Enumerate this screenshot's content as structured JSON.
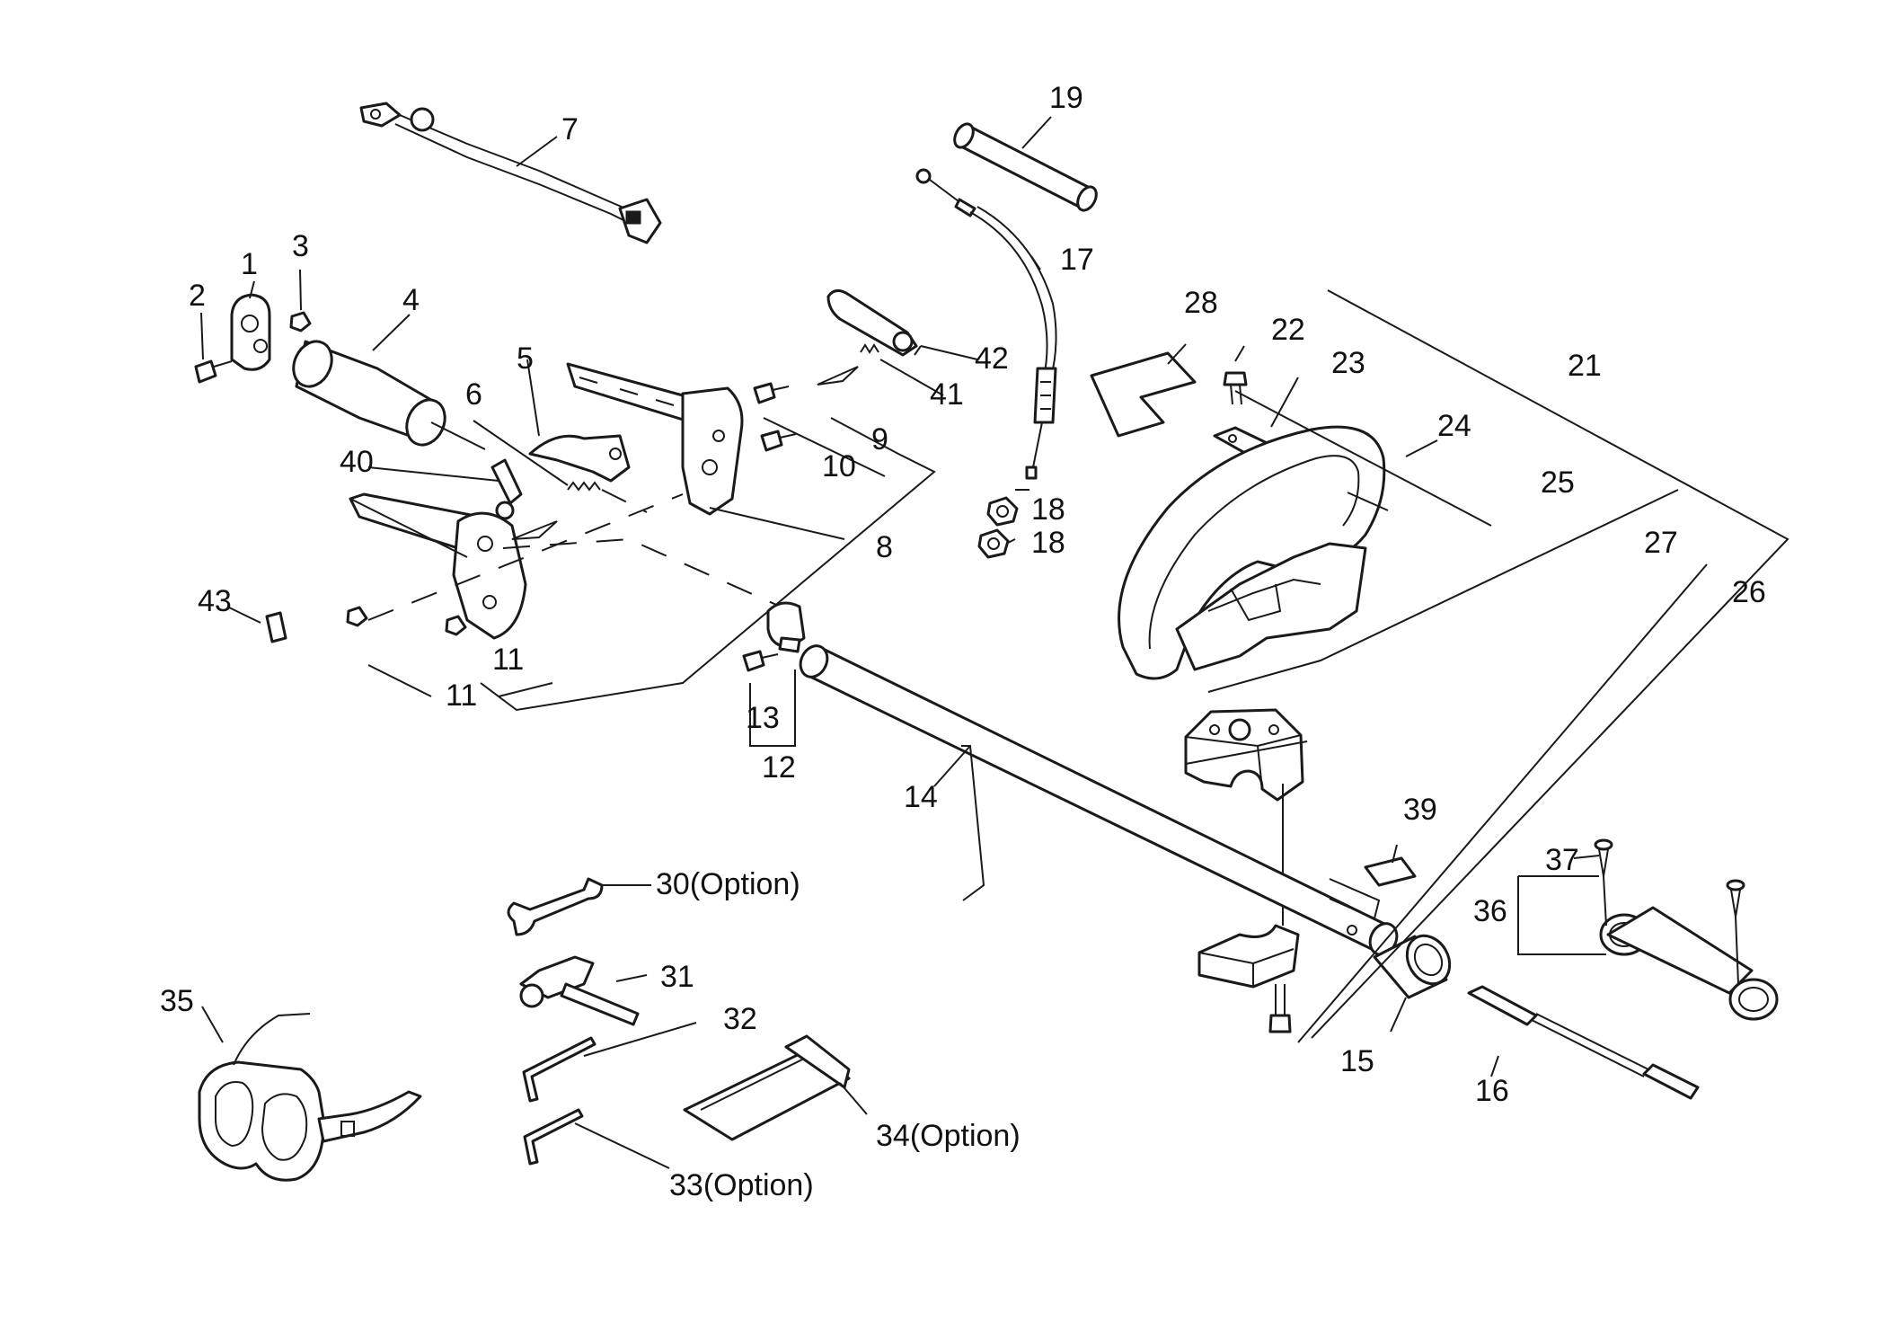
{
  "callouts": {
    "c1": "1",
    "c2": "2",
    "c3": "3",
    "c4": "4",
    "c5": "5",
    "c6": "6",
    "c7": "7",
    "c8": "8",
    "c9": "9",
    "c10": "10",
    "c11a": "11",
    "c11b": "11",
    "c12": "12",
    "c13": "13",
    "c14": "14",
    "c15": "15",
    "c16": "16",
    "c17": "17",
    "c18a": "18",
    "c18b": "18",
    "c19": "19",
    "c21": "21",
    "c22": "22",
    "c23": "23",
    "c24": "24",
    "c25": "25",
    "c26": "26",
    "c27": "27",
    "c28": "28",
    "c30": "30(Option)",
    "c31": "31",
    "c32": "32",
    "c33": "33(Option)",
    "c34": "34(Option)",
    "c35": "35",
    "c36": "36",
    "c37": "37",
    "c39": "39",
    "c40": "40",
    "c41": "41",
    "c42": "42",
    "c43": "43"
  },
  "colors": {
    "line": "#1a1a1a",
    "background": "#ffffff"
  }
}
